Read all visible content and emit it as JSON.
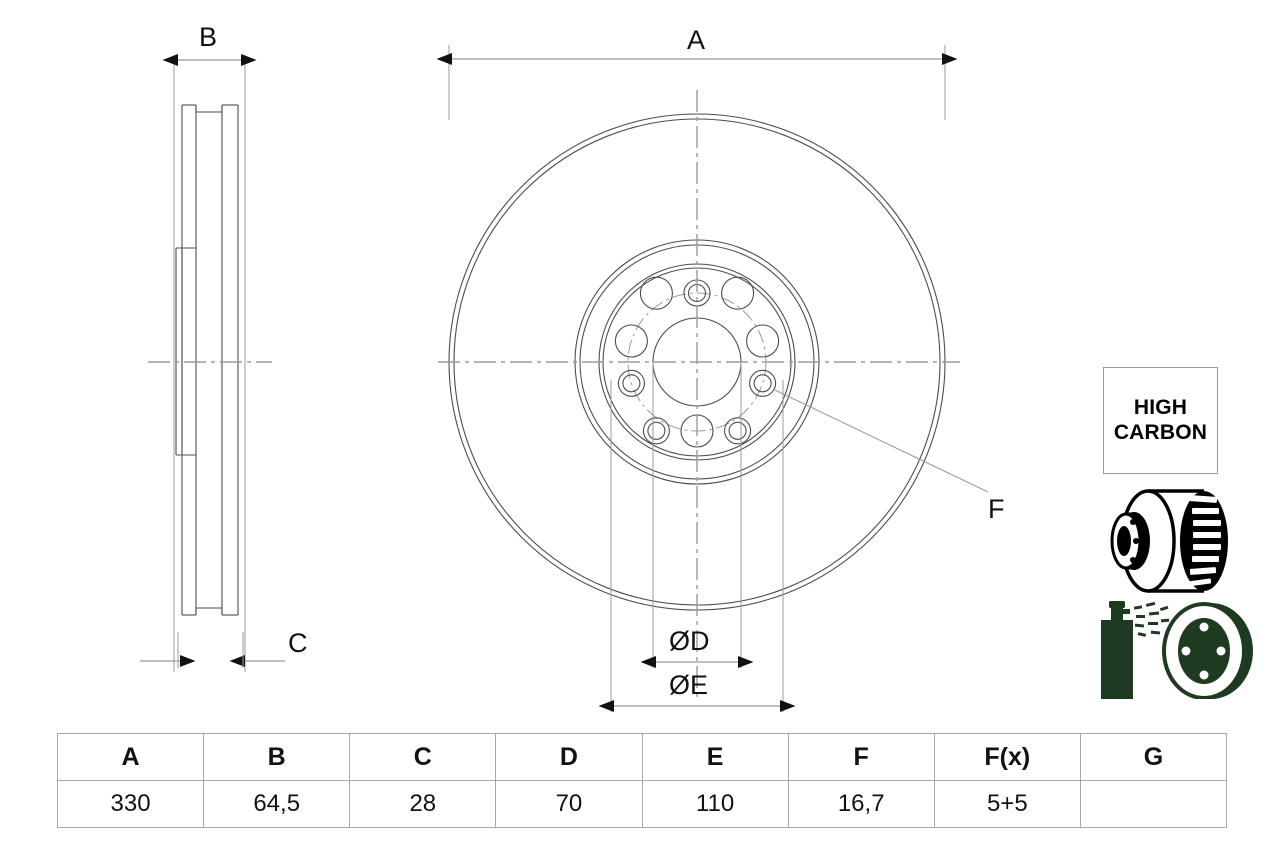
{
  "drawing": {
    "title": "Brake disc technical drawing",
    "dimension_labels": {
      "A": "A",
      "B": "B",
      "C": "C",
      "D": "ØD",
      "E": "ØE",
      "F": "F"
    }
  },
  "badge": {
    "line1": "HIGH",
    "line2": "CARBON",
    "border_color": "#9a9a9a"
  },
  "icons": {
    "disc_3d": "vented-brake-disc-icon",
    "coating": "spray-can-coating-disc-icon"
  },
  "spec_table": {
    "headers": [
      "A",
      "B",
      "C",
      "D",
      "E",
      "F",
      "F(x)",
      "G"
    ],
    "values": [
      "330",
      "64,5",
      "28",
      "70",
      "110",
      "16,7",
      "5+5",
      ""
    ]
  },
  "colors": {
    "line": "#4d4d4d",
    "centerline": "#9b9b9b",
    "table_border": "#a8a8a8",
    "coating_green": "#1e3b22",
    "text": "#111111"
  }
}
